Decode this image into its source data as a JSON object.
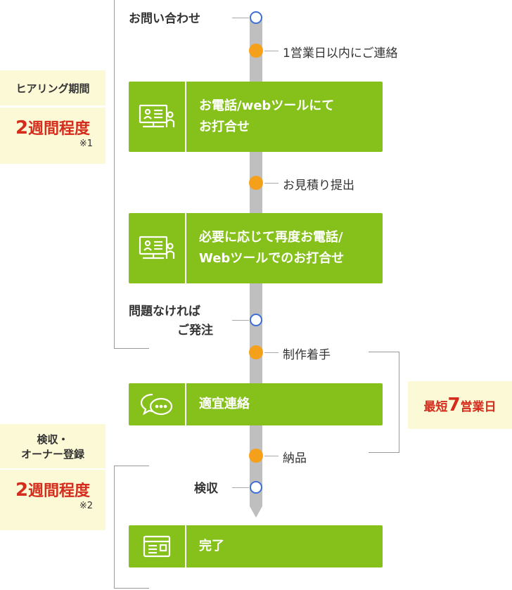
{
  "flow": {
    "top_node": "お問い合わせ",
    "reply": "1営業日以内にご連絡",
    "step1": [
      "お電話/webツールにて",
      "お打合せ"
    ],
    "estimate": "お見積り提出",
    "step2": [
      "必要に応じて再度お電話/",
      "Webツールでのお打合せ"
    ],
    "order": [
      "問題なければ",
      "ご発注"
    ],
    "production": "制作着手",
    "step3": "適宜連絡",
    "delivery": "納品",
    "inspection": "検収",
    "step4": "完了"
  },
  "hearing_period": {
    "title": "ヒアリング期間",
    "num": "2",
    "duration": "週間程度",
    "note": "※1"
  },
  "production_period": {
    "prefix": "最短",
    "num": "7",
    "suffix": "営業日"
  },
  "inspection_period": {
    "title": [
      "検収・",
      "オーナー登録"
    ],
    "num": "2",
    "duration": "週間程度",
    "note": "※2"
  },
  "icons": [
    "web-meeting-icon",
    "web-meeting-icon",
    "chat-bubble-icon",
    "web-page-icon"
  ],
  "colors": {
    "step": "#86c01a",
    "node_fill": "#f5a01a",
    "node_ring": "#3f6fd6",
    "accent_red": "#d42c1d",
    "note_bg": "#fcf9d6"
  }
}
